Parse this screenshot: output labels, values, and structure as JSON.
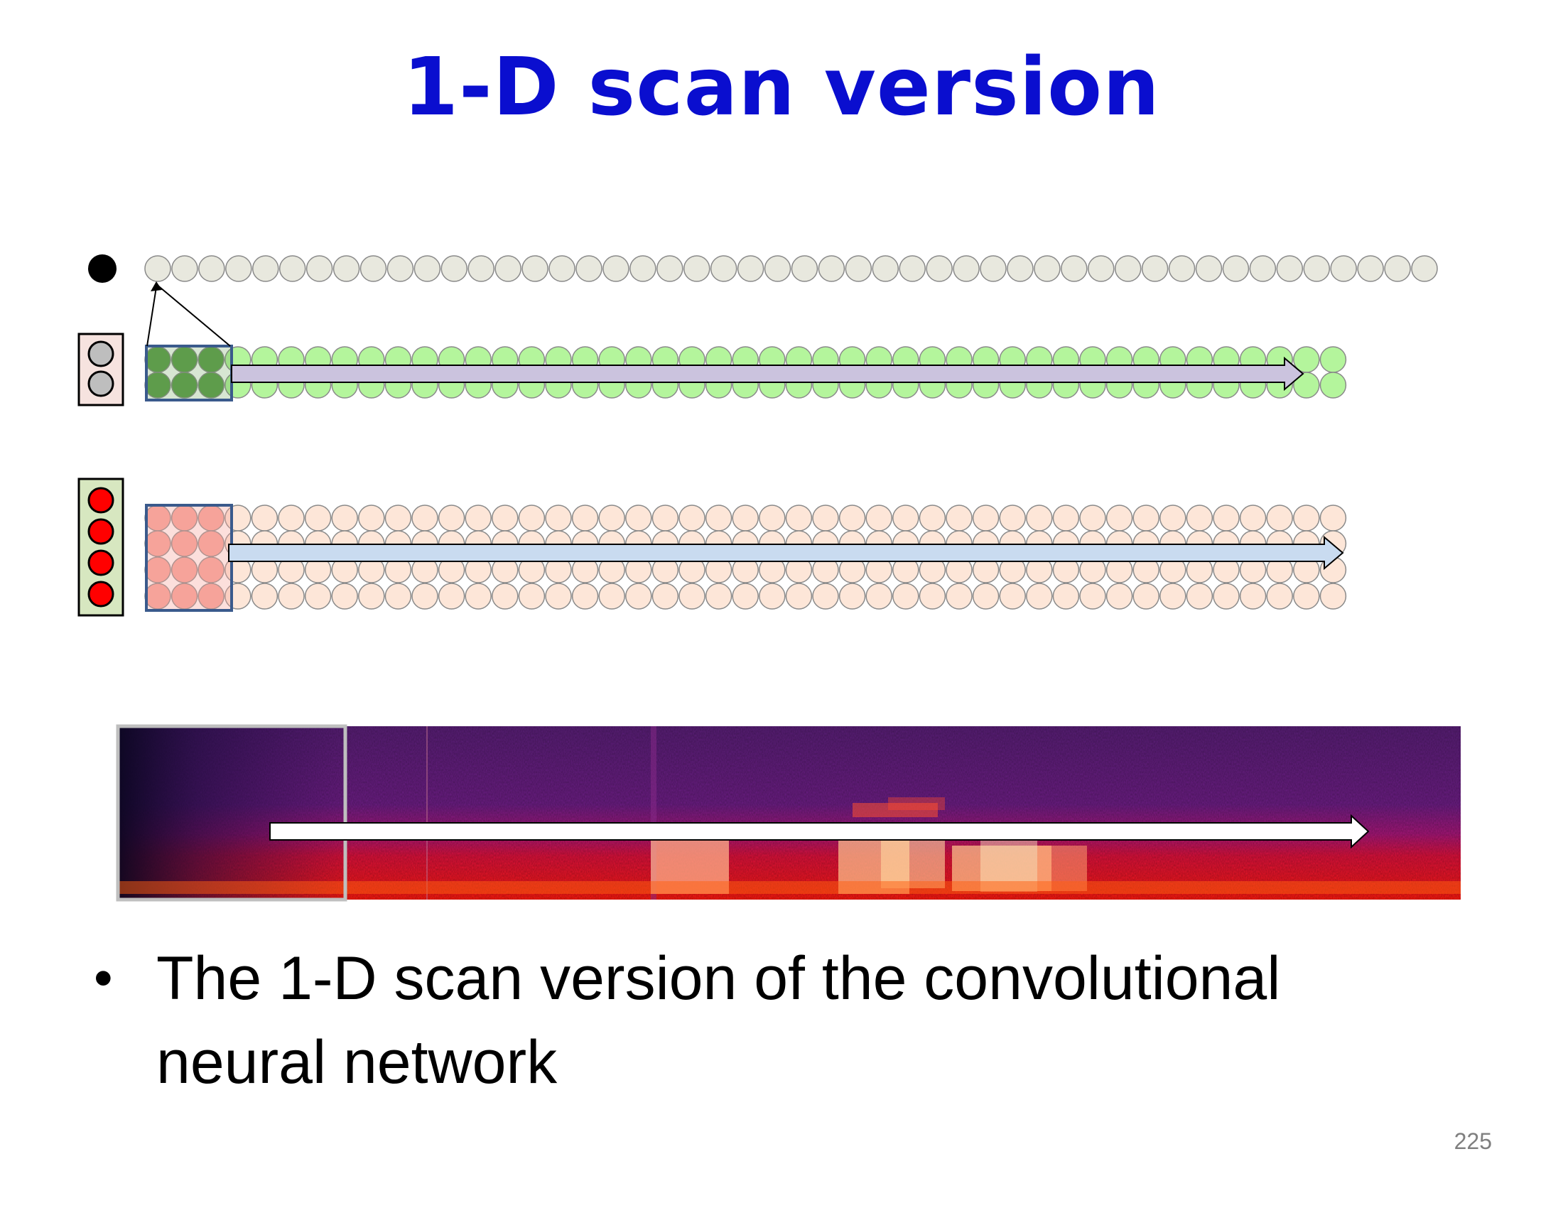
{
  "slide": {
    "title": "1-D scan version",
    "bullet": "The 1-D scan version of the convolutional neural network",
    "bullet_symbol": "•",
    "page_number": "225"
  },
  "diagram": {
    "output_layer": {
      "neuron_count": 48,
      "fill": "#e8e8de"
    },
    "hidden_layer": {
      "neuron_rows": 2,
      "neuron_columns": 45,
      "fill": "#b4f59c",
      "filter_width": 3,
      "filter_fill": "#5e9c4b"
    },
    "input_layer": {
      "neuron_rows": 4,
      "neuron_columns": 45,
      "fill": "#fde6d8",
      "filter_width": 3,
      "filter_fill": "#f6a39a"
    },
    "legend_hidden_neuron_count": 2,
    "legend_hidden_fill": "#bebebe",
    "legend_input_neuron_count": 4,
    "legend_input_fill": "#ff0000",
    "hidden_arrow_fill": "#cbc3de",
    "input_arrow_fill": "#c9dbf0"
  },
  "colors": {
    "title": "#0a0ecf",
    "frame": "#3a5a8c"
  }
}
